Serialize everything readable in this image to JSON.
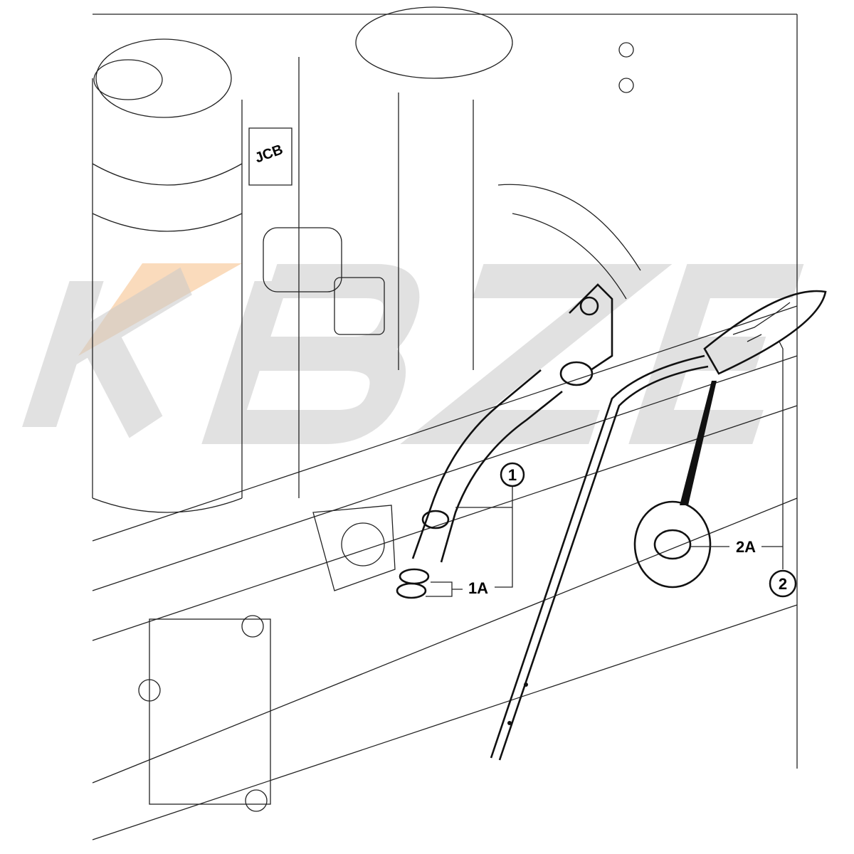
{
  "diagram": {
    "callouts": [
      {
        "id": "1",
        "part": "dipstick-tube"
      },
      {
        "id": "1A",
        "part": "tube-o-rings"
      },
      {
        "id": "2",
        "part": "dipstick"
      },
      {
        "id": "2A",
        "part": "dipstick-seal"
      }
    ],
    "engine_badge": "JCB",
    "watermark": "KBZE",
    "colors": {
      "line": "#222222",
      "watermark": "#c8c8c8",
      "accent": "#f5b77a"
    }
  }
}
